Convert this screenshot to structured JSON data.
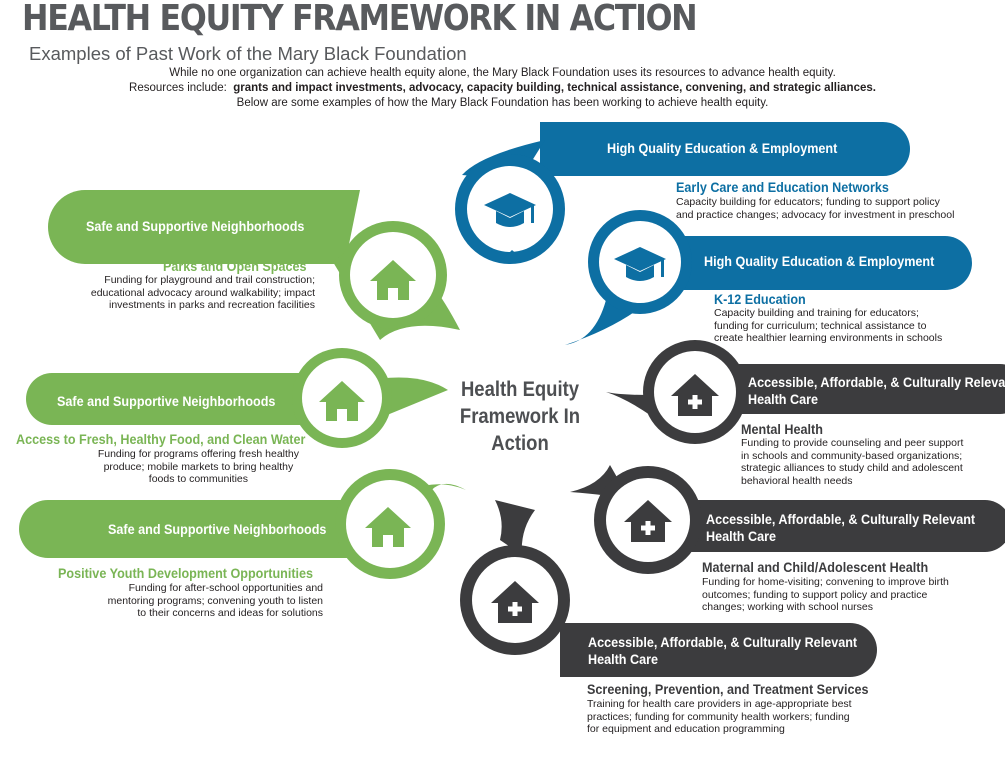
{
  "title": "HEALTH EQUITY FRAMEWORK IN ACTION",
  "subtitle": "Examples of Past Work of the Mary Black Foundation",
  "intro": {
    "line1": "While no one organization can achieve health equity alone, the Mary Black Foundation uses its resources to advance health equity.",
    "line2_prefix": "Resources include:",
    "line2_bold": "grants and impact investments, advocacy, capacity building, technical assistance, convening, and strategic alliances.",
    "line3": "Below are some examples of how the Mary Black Foundation has been working to achieve health equity."
  },
  "center": {
    "line1": "Health Equity",
    "line2": "Framework In Action"
  },
  "colors": {
    "green": "#7ab555",
    "blue": "#0d6fa3",
    "dark": "#3c3c3e",
    "title_gray": "#585a5d"
  },
  "items": [
    {
      "category": "Safe and Supportive Neighborhoods",
      "heading": "Parks and Open Spaces",
      "description": [
        "Funding for playground and trail construction;",
        "educational advocacy around walkability; impact",
        "investments in parks and recreation facilities"
      ],
      "icon": "house-icon"
    },
    {
      "category": "Safe and Supportive Neighborhoods",
      "heading": "Access to Fresh, Healthy Food, and Clean Water",
      "description": [
        "Funding for programs offering fresh healthy",
        "produce; mobile markets to bring healthy",
        "foods to communities"
      ],
      "icon": "house-icon"
    },
    {
      "category": "Safe and Supportive Neighborhoods",
      "heading": "Positive Youth Development Opportunities",
      "description": [
        "Funding for after-school opportunities and",
        "mentoring programs; convening youth to listen",
        "to their concerns and ideas for solutions"
      ],
      "icon": "house-icon"
    },
    {
      "category": "High Quality Education & Employment",
      "heading": "Early Care and Education Networks",
      "description": [
        "Capacity building for educators; funding to support policy",
        "and practice changes; advocacy for investment in preschool"
      ],
      "icon": "graduation-cap-icon"
    },
    {
      "category": "High Quality Education & Employment",
      "heading": "K-12 Education",
      "description": [
        "Capacity building and training for educators;",
        "funding for curriculum; technical assistance to",
        "create healthier learning environments in schools"
      ],
      "icon": "graduation-cap-icon"
    },
    {
      "category": [
        "Accessible, Affordable, & Culturally Relevant",
        "Health Care"
      ],
      "heading": "Mental Health",
      "description": [
        "Funding to provide counseling and peer support",
        "in schools and community-based organizations;",
        "strategic alliances to study child and adolescent",
        "behavioral health needs"
      ],
      "icon": "health-house-icon"
    },
    {
      "category": [
        "Accessible, Affordable, & Culturally Relevant",
        "Health Care"
      ],
      "heading": "Maternal and Child/Adolescent Health",
      "description": [
        "Funding for home-visiting; convening to improve birth",
        "outcomes; funding to support policy and practice",
        "changes; working with school nurses"
      ],
      "icon": "health-house-icon"
    },
    {
      "category": [
        "Accessible, Affordable, & Culturally Relevant",
        "Health Care"
      ],
      "heading": "Screening, Prevention, and Treatment Services",
      "description": [
        "Training for health care providers in age-appropriate best",
        "practices; funding for community health workers; funding",
        "for equipment and education programming"
      ],
      "icon": "health-house-icon"
    }
  ]
}
